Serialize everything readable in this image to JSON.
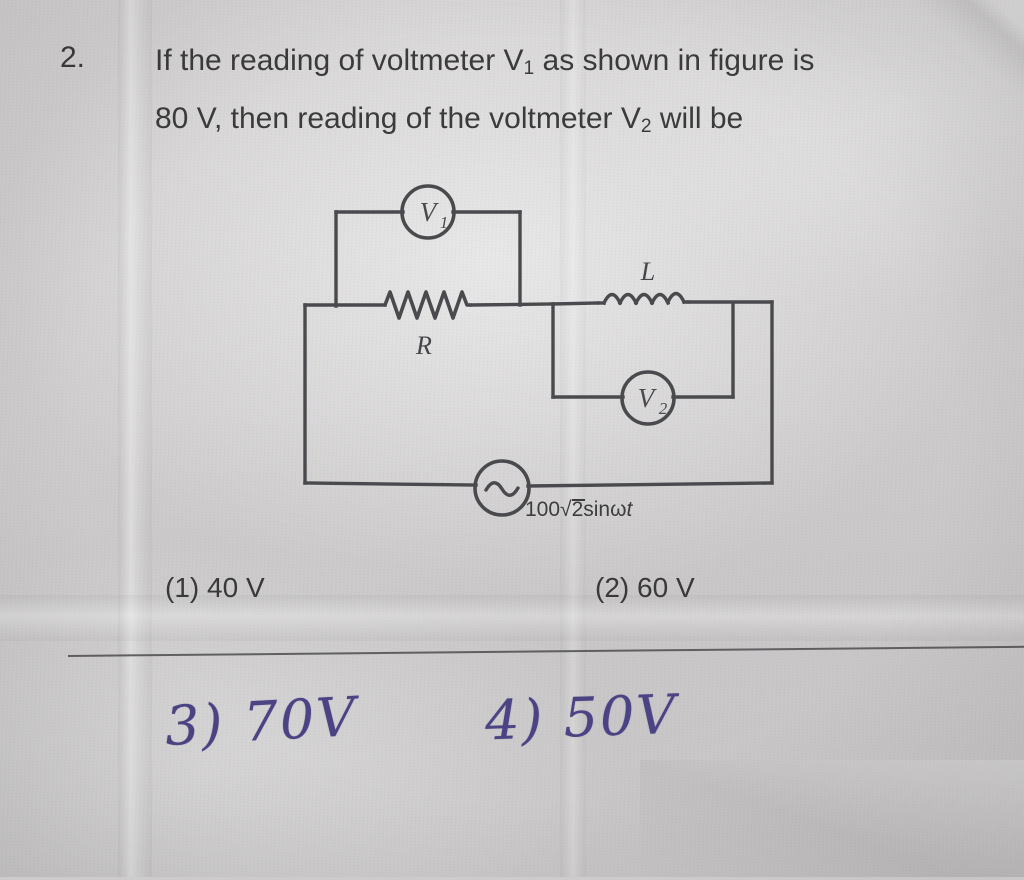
{
  "page": {
    "background_color": "#cfcdce",
    "ink_color_printed": "#3b3b3d",
    "ink_color_handwritten": "#4b4383"
  },
  "question": {
    "number": "2.",
    "line1_pre": "If the reading of voltmeter V",
    "line1_sub": "1",
    "line1_post": " as shown in figure is",
    "line2_pre": "80 V, then reading of the voltmeter V",
    "line2_sub": "2",
    "line2_post": " will be"
  },
  "circuit": {
    "voltmeter_1_label": "V",
    "voltmeter_1_sub": "1",
    "voltmeter_2_label": "V",
    "voltmeter_2_sub": "2",
    "resistor_label": "R",
    "inductor_label": "L",
    "source_symbol": "~",
    "source_amplitude": "100",
    "source_radical": "2",
    "source_function": "sin",
    "source_omega": "ω",
    "source_time": "t",
    "source_label_full": "100 √2 sinωt"
  },
  "options": {
    "printed": [
      {
        "marker": "(1)",
        "value": "40 V"
      },
      {
        "marker": "(2)",
        "value": "60 V"
      }
    ],
    "handwritten": [
      {
        "text": "3) 70V"
      },
      {
        "text": "4) 50V"
      }
    ]
  }
}
